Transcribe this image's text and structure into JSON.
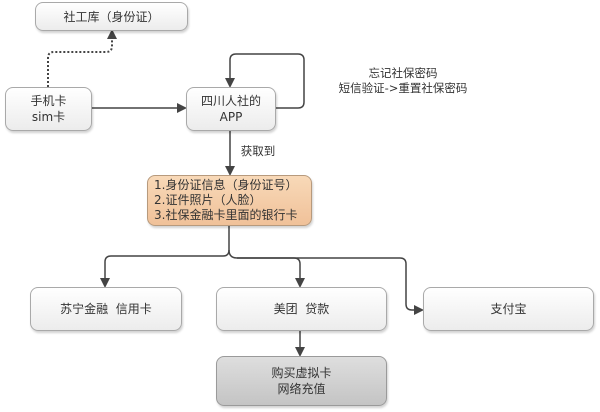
{
  "diagram": {
    "type": "flowchart",
    "nodes": {
      "social_db": {
        "lines": [
          "社工库（身份证）"
        ]
      },
      "sim_card": {
        "lines": [
          "手机卡",
          "sim卡"
        ]
      },
      "app": {
        "lines": [
          "四川人社的",
          "APP"
        ]
      },
      "info": {
        "lines": [
          "1.身份证信息（身份证号）",
          "2.证件照片（人脸）",
          "3.社保金融卡里面的银行卡"
        ]
      },
      "suning": {
        "lines": [
          "苏宁金融  信用卡"
        ]
      },
      "meituan": {
        "lines": [
          "美团  贷款"
        ]
      },
      "alipay": {
        "lines": [
          "支付宝"
        ]
      },
      "virtual_card": {
        "lines": [
          "购买虚拟卡",
          "网络充值"
        ]
      }
    },
    "annotations": {
      "reset_note": [
        "忘记社保密码",
        "短信验证->重置社保密码"
      ],
      "obtain_label": "获取到"
    },
    "edges": [
      {
        "from": "sim_card",
        "to": "social_db",
        "style": "dotted"
      },
      {
        "from": "sim_card",
        "to": "app",
        "style": "solid"
      },
      {
        "from": "app",
        "to": "app",
        "style": "solid",
        "note": "reset_note"
      },
      {
        "from": "app",
        "to": "info",
        "style": "solid",
        "label": "获取到"
      },
      {
        "from": "info",
        "to": "suning",
        "style": "solid"
      },
      {
        "from": "info",
        "to": "meituan",
        "style": "solid"
      },
      {
        "from": "info",
        "to": "alipay",
        "style": "solid"
      },
      {
        "from": "meituan",
        "to": "virtual_card",
        "style": "solid"
      }
    ],
    "colors": {
      "info_fill": "#f3c9a3",
      "virtual_card_fill": "#d0d0d0",
      "default_fill": "#f5f5f5",
      "edge": "#444444"
    }
  }
}
